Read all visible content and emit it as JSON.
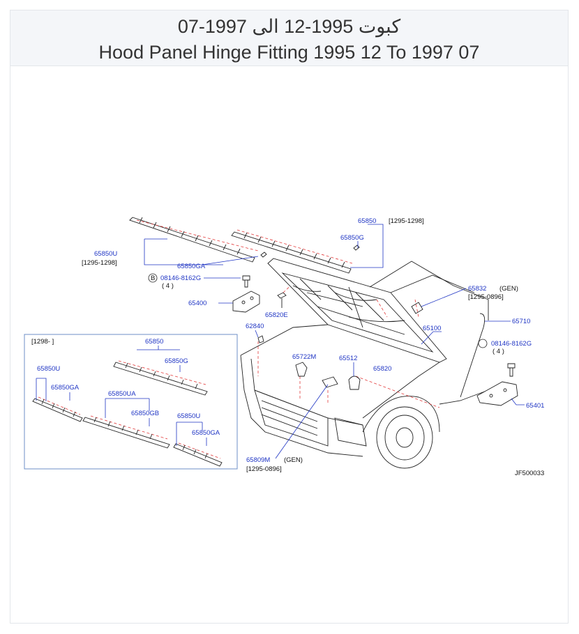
{
  "header": {
    "title_ar": "كبوت 1995-12 الى 1997-07",
    "title_en": "Hood Panel Hinge Fitting 1995 12 To 1997 07"
  },
  "diagram_id": "JF500033",
  "labels": {
    "p65850": "65850",
    "r1295_1298_a": "[1295-1298]",
    "p65850G": "65850G",
    "p65850U_main": "65850U",
    "r1295_1298_b": "[1295-1298]",
    "p65850GA_main": "65850GA",
    "bolt_b": "08146-8162G",
    "bolt_b_qty": "( 4 )",
    "b_marker": "B",
    "p65400": "65400",
    "p65820E": "65820E",
    "p65832": "65832",
    "gen1": "(GEN)",
    "r1295_0896_a": "[1295-0896]",
    "p62840": "62840",
    "p65710": "65710",
    "p65100": "65100",
    "bolt_b2": "08146-8162G",
    "bolt_b2_qty": "( 4 )",
    "p65722M": "65722M",
    "p65512": "65512",
    "p65820": "65820",
    "p65401": "65401",
    "p65809M": "65809M",
    "gen2": "(GEN)",
    "r1295_0896_b": "[1295-0896]",
    "inset_range": "[1298-      ]",
    "inset_65850": "65850",
    "inset_65850G": "65850G",
    "inset_65850U_a": "65850U",
    "inset_65850GA_a": "65850GA",
    "inset_65850UA": "65850UA",
    "inset_65850GB": "65850GB",
    "inset_65850U_b": "65850U",
    "inset_65850GA_b": "65850GA"
  },
  "colors": {
    "label_blue": "#1f35c4",
    "leader_red": "#e23a3a",
    "header_bg": "#f4f6f9"
  }
}
